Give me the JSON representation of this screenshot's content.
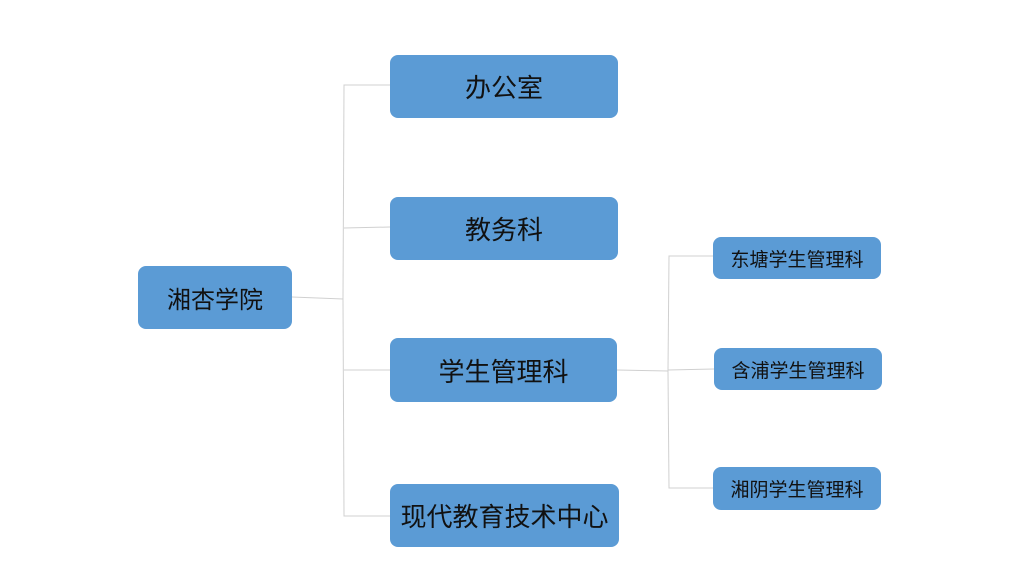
{
  "colors": {
    "node_fill": "#5b9bd5",
    "connector": "#d0d0d0",
    "text": "#111111",
    "background": "#ffffff"
  },
  "diagram": {
    "root": {
      "label": "湘杏学院"
    },
    "children": [
      {
        "label": "办公室"
      },
      {
        "label": "教务科"
      },
      {
        "label": "学生管理科",
        "children": [
          {
            "label": "东塘学生管理科"
          },
          {
            "label": "含浦学生管理科"
          },
          {
            "label": "湘阴学生管理科"
          }
        ]
      },
      {
        "label": "现代教育技术中心"
      }
    ]
  }
}
